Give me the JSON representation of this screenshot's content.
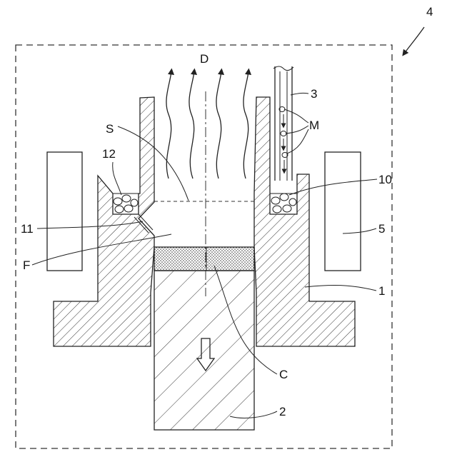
{
  "figure": {
    "labels": {
      "enclosure": "4",
      "gas_flow": "D",
      "feed_tube": "3",
      "material": "M",
      "surface": "S",
      "granules_left": "12",
      "granules_right": "10",
      "channel": "11",
      "melt": "F",
      "heater": "5",
      "crucible": "1",
      "crust": "C",
      "ingot": "2"
    }
  }
}
